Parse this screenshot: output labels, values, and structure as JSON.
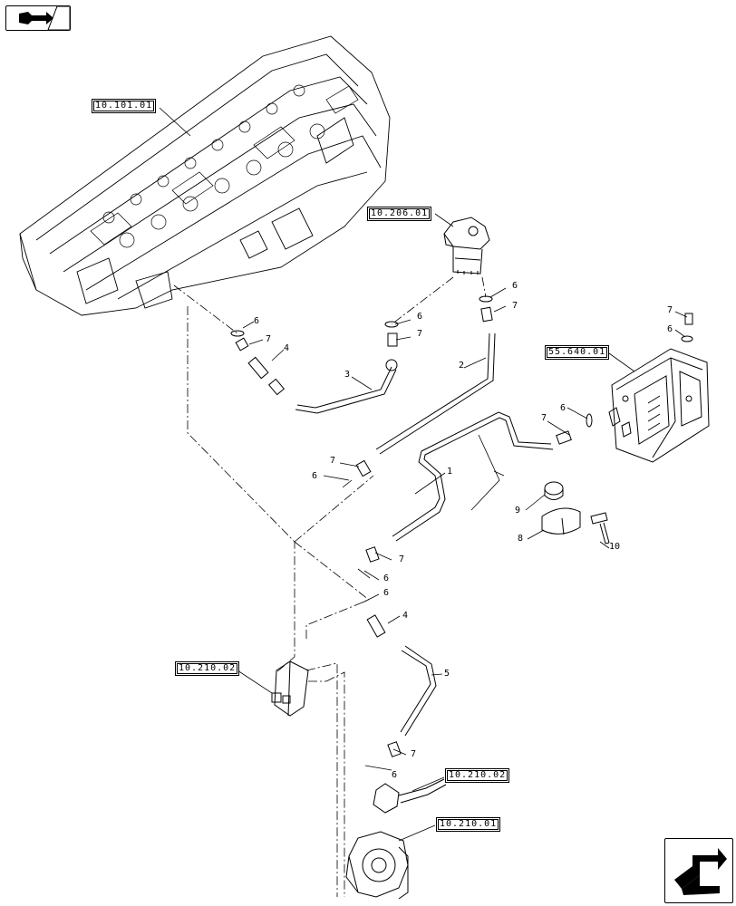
{
  "refs": {
    "cylinder_head": "10.101.01",
    "fuel_filter": "10.206.01",
    "ecu": "55.640.01",
    "bracket": "10.210.02",
    "pump_inlet": "10.210.02",
    "fuel_pump": "10.210.01"
  },
  "callouts": {
    "c1": "1",
    "c2": "2",
    "c3": "3",
    "c4a": "4",
    "c4b": "4",
    "c5": "5",
    "c6a": "6",
    "c6b": "6",
    "c6c": "6",
    "c6d": "6",
    "c6e": "6",
    "c6f": "6",
    "c6g": "6",
    "c6h": "6",
    "c7a": "7",
    "c7b": "7",
    "c7c": "7",
    "c7d": "7",
    "c7e": "7",
    "c7f": "7",
    "c7g": "7",
    "c8": "8",
    "c9": "9",
    "c10": "10"
  },
  "icons": {
    "top_nav": "book-arrow-icon",
    "bottom_nav": "next-page-arrow-icon"
  }
}
